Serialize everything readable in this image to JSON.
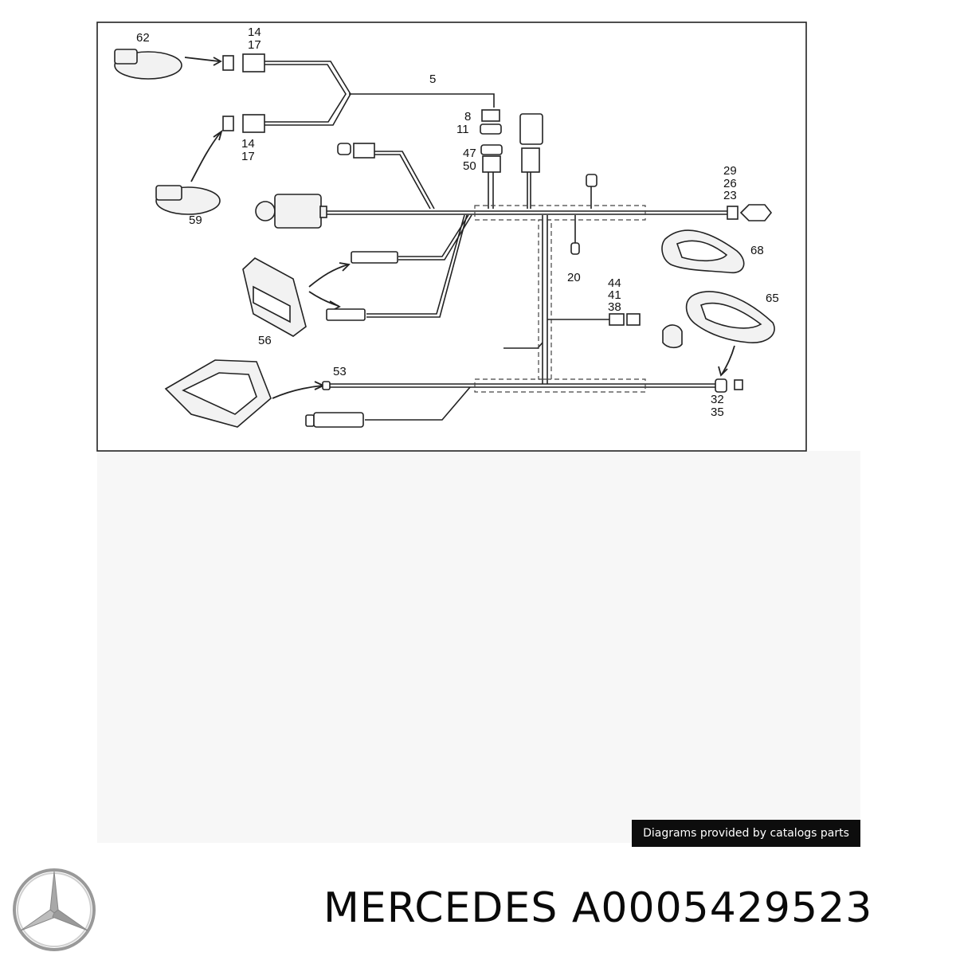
{
  "diagram": {
    "callouts": {
      "c62": "62",
      "c14a": "14",
      "c17a": "17",
      "c5": "5",
      "c14b": "14",
      "c17b": "17",
      "c59": "59",
      "c8": "8",
      "c11": "11",
      "c47": "47",
      "c50": "50",
      "c29": "29",
      "c26": "26",
      "c23": "23",
      "c68": "68",
      "c20": "20",
      "c44": "44",
      "c41": "41",
      "c38": "38",
      "c65": "65",
      "c56": "56",
      "c53": "53",
      "c32": "32",
      "c35": "35"
    }
  },
  "watermark": {
    "text": "Diagrams provided by catalogs parts"
  },
  "footer": {
    "logo_icon": "mercedes-star-icon",
    "title": "MERCEDES A0005429523"
  }
}
